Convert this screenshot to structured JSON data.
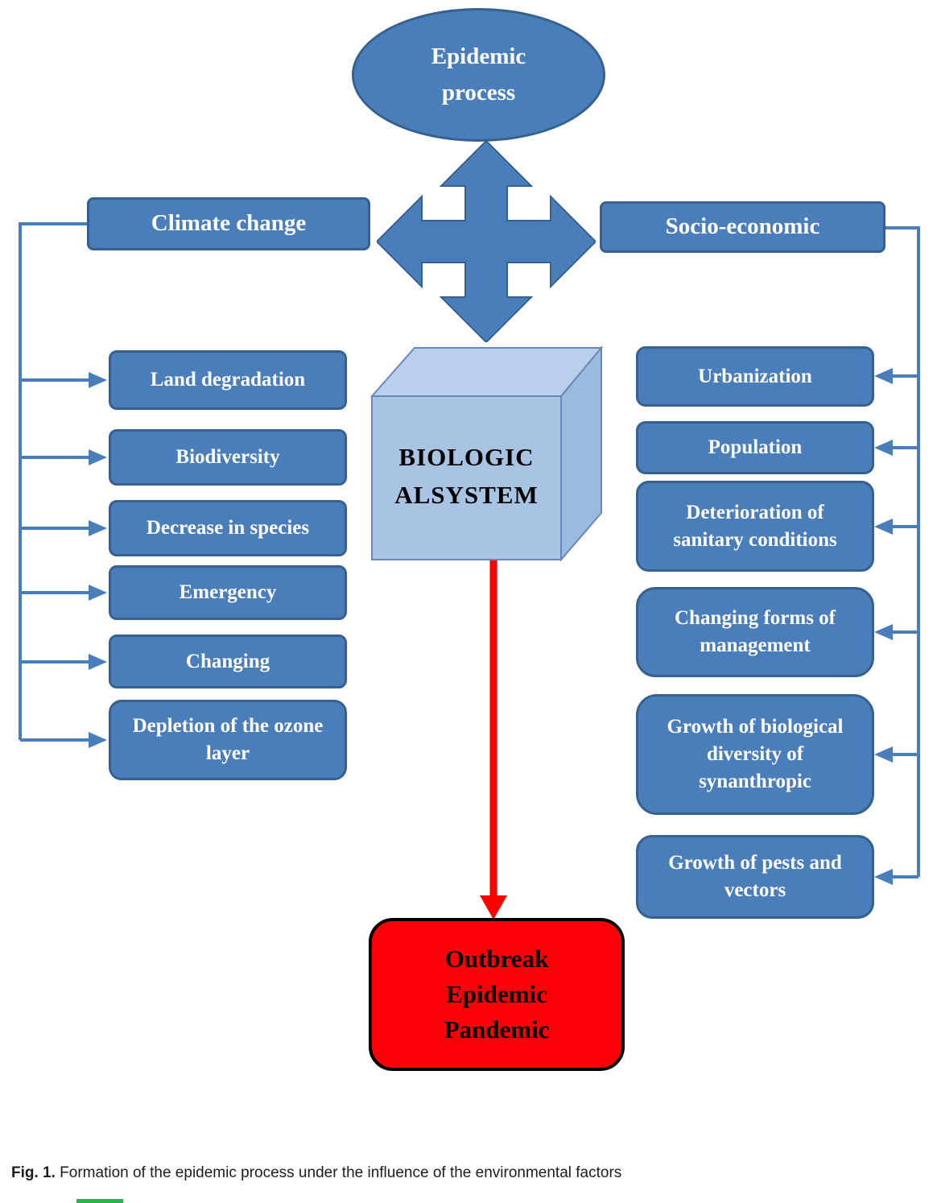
{
  "title_node": {
    "line1": "Epidemic",
    "line2": "process"
  },
  "branches": {
    "left": "Climate change",
    "right": "Socio-economic"
  },
  "cube": {
    "line1": "BIOLOGIC",
    "line2": "ALSYSTEM"
  },
  "left_items": [
    "Land degradation",
    "Biodiversity",
    "Decrease in species",
    "Emergency",
    "Changing",
    "Depletion of the ozone layer"
  ],
  "right_items": [
    "Urbanization",
    "Population",
    "Deterioration of sanitary conditions",
    "Changing forms of management",
    "Growth of biological diversity of synanthropic",
    "Growth of pests and vectors"
  ],
  "outcome": {
    "line1": "Outbreak",
    "line2": "Epidemic",
    "line3": "Pandemic"
  },
  "caption": {
    "label": "Fig. 1.",
    "text": " Formation of the epidemic process under the influence of the environmental factors"
  },
  "colors": {
    "node_fill": "#4a7ebb",
    "node_border": "#35608f",
    "cube_top": "#b9cfec",
    "cube_front": "#a9c3e3",
    "cube_side": "#9cb9de",
    "outcome_fill": "#fb0007",
    "arrow_blue": "#4a7ebb",
    "arrow_red": "#fe0000"
  }
}
